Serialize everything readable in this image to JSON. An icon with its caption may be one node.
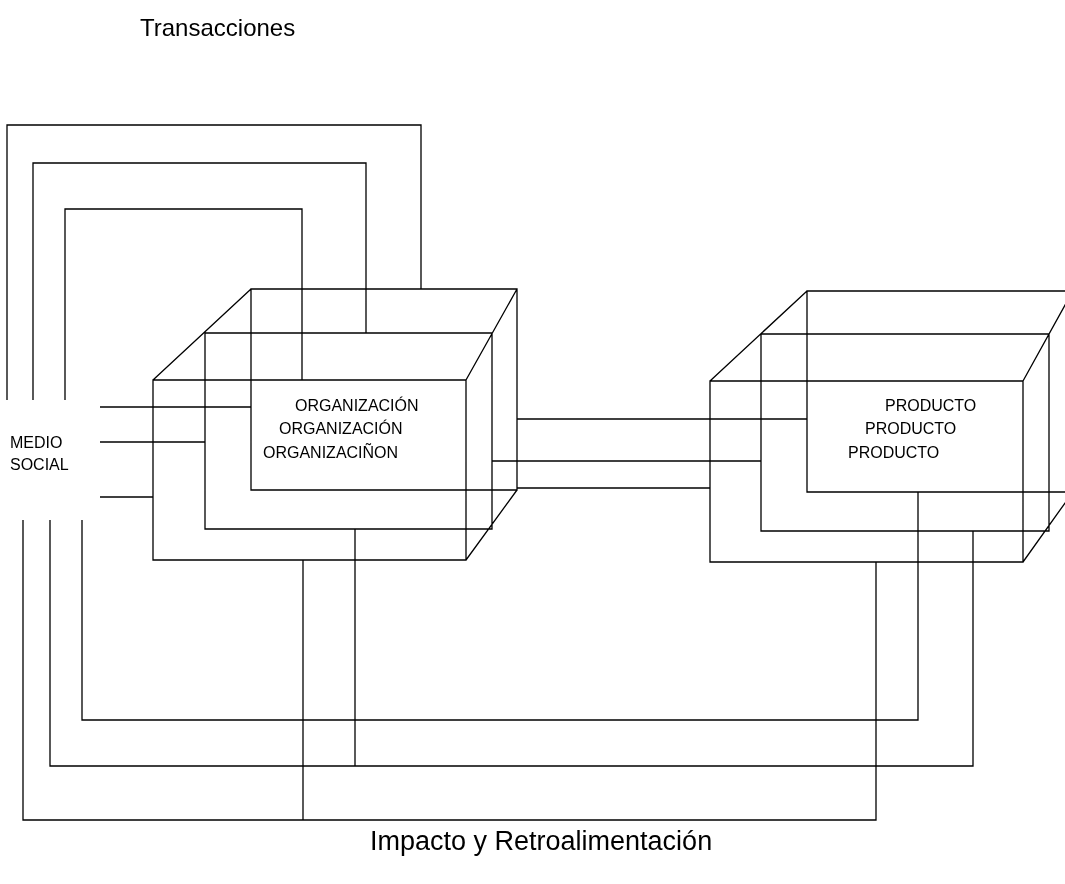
{
  "diagram": {
    "nodes": [
      {
        "text": [
          "MEDIO SOCIAL"
        ]
      },
      {
        "text": [
          "ORGANIZACIÓN",
          "ORGANIZACIÓN",
          "ORGANIZACIÑON"
        ]
      },
      {
        "text": [
          "PRODUCTO",
          "PRODUCTO",
          "PRODUCTO"
        ]
      }
    ],
    "edges": [
      {
        "from": 0,
        "to": 1,
        "arrow": "none"
      },
      {
        "from": 0,
        "to": 1,
        "arrow": "none"
      },
      {
        "from": 0,
        "to": 1,
        "arrow": "none"
      },
      {
        "from": 0,
        "to": 1,
        "arrow": "none"
      },
      {
        "from": 0,
        "to": 1,
        "arrow": "none"
      },
      {
        "from": 0,
        "to": 1,
        "arrow": "none"
      },
      {
        "from": 1,
        "to": 2,
        "arrow": "none"
      },
      {
        "from": 1,
        "to": 2,
        "arrow": "none"
      },
      {
        "from": 1,
        "to": 2,
        "arrow": "none"
      },
      {
        "from": 0,
        "to": 2,
        "arrow": "none"
      },
      {
        "from": 0,
        "to": 2,
        "arrow": "none"
      },
      {
        "from": 1,
        "to": 2,
        "arrow": "none"
      },
      {
        "from": 0,
        "to": 2,
        "arrow": "none"
      },
      {
        "from": 1,
        "to": 2,
        "arrow": "none"
      }
    ],
    "labels": [
      "Transacciones",
      "Impacto y Retroalimentación"
    ]
  }
}
